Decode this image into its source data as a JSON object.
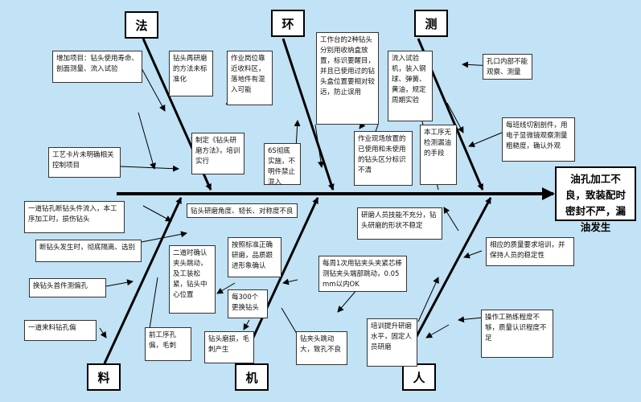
{
  "head": "油孔加工不良，致装配时密封不严，漏油发生",
  "categories": {
    "method": "法",
    "environment": "环",
    "measurement": "测",
    "material": "料",
    "machine": "机",
    "people": "人"
  },
  "boxes": {
    "b01": "增加项目：钻头使用寿命、剖面测量、流入试验",
    "b02": "钻头再研磨的方法未标准化",
    "b03": "作业岗位靠近收料区，落地件有混入可能",
    "b04": "工作台的2种钻头分别用收纳盒放置，标识要醒目，并且已使用过的钻头盒位置要相对较远，防止误用",
    "b05": "流入试验机，装入钢球、弹簧、黄油，规定周期实验",
    "b06": "孔口内部不能观察、测量",
    "b07": "每班线切割剖件，用电子显微镜观察测量粗糙度，确认外观",
    "b08": "工艺卡片未明确相关控制项目",
    "b09": "制定《钻头研磨方法》，培训实行",
    "b10": "6S彻底实施，不明件禁止混入",
    "b11": "作业现场放置的已使用和未使用的钻头区分标识不清",
    "b12": "本工序无检测漏油的手段",
    "b13": "一道钻孔断钻头件流入，本工序加工时，损伤钻头",
    "b14": "钻头研磨角度、韧长、对称度不良",
    "b15": "研磨人员技能不充分，钻头研磨的形状不稳定",
    "b16": "断钻头发生时，彻底隔离、选别",
    "b17": "二道时确认夹头跳动，及工装松紧，钻头中心位置",
    "b18": "按照标准正确研磨，品质跟进形象确认",
    "b19": "每周1次用钻夹头夹紧芯棒测钻夹头端部跳动，0.05mm以内OK",
    "b20": "相应的质量要求培训，并保持人员的稳定性",
    "b21": "换钻头首件测偏孔",
    "b22": "每300个更换钻头",
    "b23": "一道来料钻孔偏",
    "b24": "前工序孔偏，毛刺",
    "b25": "钻头磨损，毛刺产生",
    "b26": "钻夹头跳动大，致孔不良",
    "b27": "培训提升研磨水平，固定人员研磨",
    "b28": "操作工熟练程度不够，质量认识程度不足"
  }
}
